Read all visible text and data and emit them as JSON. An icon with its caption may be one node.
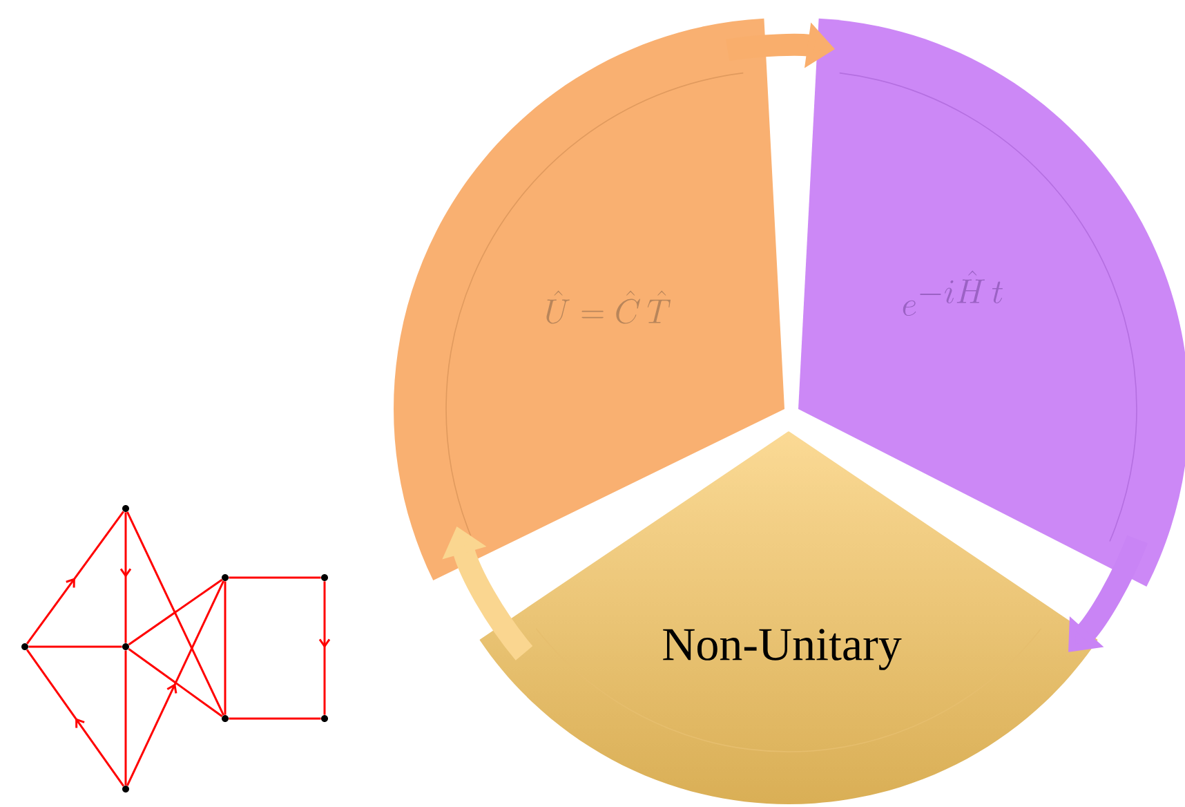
{
  "diagram": {
    "nodes": [
      {
        "text": [
          "\\hat{U} = \\hat{C}\\,\\hat{T}"
        ]
      },
      {
        "text": [
          "e^{-i\\hat{H}\\,t}"
        ]
      },
      {
        "text": [
          "Non-Unitary"
        ]
      },
      {
        "text": [],
        "shape": "circle"
      },
      {
        "text": [],
        "shape": "circle"
      },
      {
        "text": [],
        "shape": "circle"
      },
      {
        "text": [],
        "shape": "circle"
      },
      {
        "text": [],
        "shape": "circle"
      },
      {
        "text": [],
        "shape": "circle"
      },
      {
        "text": [],
        "shape": "circle"
      },
      {
        "text": [],
        "shape": "circle"
      }
    ],
    "edges": [
      {
        "from": 0,
        "to": 1,
        "arrow": "to",
        "style": "thick",
        "color": "#f9ae6c"
      },
      {
        "from": 1,
        "to": 2,
        "arrow": "to",
        "style": "thick",
        "color": "#c984f5"
      },
      {
        "from": 2,
        "to": 0,
        "arrow": "to",
        "style": "thick",
        "color": "#fad690"
      },
      {
        "from": 6,
        "to": 3,
        "arrow": "to"
      },
      {
        "from": 3,
        "to": 7,
        "arrow": "to"
      },
      {
        "from": 3,
        "to": 8,
        "arrow": "none"
      },
      {
        "from": 6,
        "to": 7,
        "arrow": "none"
      },
      {
        "from": 7,
        "to": 4,
        "arrow": "none"
      },
      {
        "from": 7,
        "to": 8,
        "arrow": "none"
      },
      {
        "from": 7,
        "to": 10,
        "arrow": "none"
      },
      {
        "from": 10,
        "to": 6,
        "arrow": "to"
      },
      {
        "from": 10,
        "to": 4,
        "arrow": "to"
      },
      {
        "from": 4,
        "to": 8,
        "arrow": "none"
      },
      {
        "from": 4,
        "to": 5,
        "arrow": "none"
      },
      {
        "from": 5,
        "to": 9,
        "arrow": "to"
      },
      {
        "from": 8,
        "to": 9,
        "arrow": "none"
      }
    ]
  }
}
